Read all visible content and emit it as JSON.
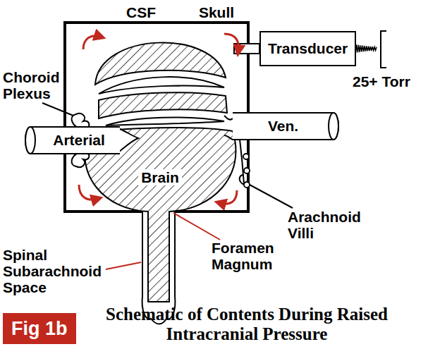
{
  "diagram": {
    "caption": "Schematic of Contents During Raised Intracranial Pressure",
    "nodes": [
      {
        "text": [
          "Transducer"
        ]
      },
      {
        "text": [
          "Arterial"
        ]
      },
      {
        "text": [
          "Ven."
        ]
      },
      {
        "text": [
          "Fig 1b"
        ]
      }
    ],
    "labels": [
      "CSF",
      "Skull",
      "Choroid Plexus",
      "25+ Torr",
      "Brain",
      "Arachnoid Villi",
      "Spinal Subarachnoid Space",
      "Foramen Magnum"
    ]
  }
}
